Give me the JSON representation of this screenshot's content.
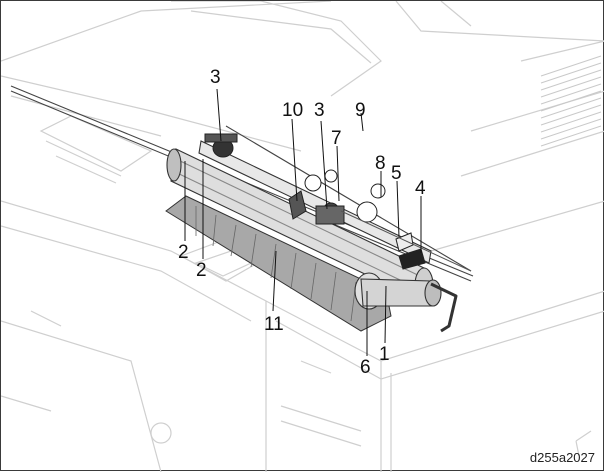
{
  "callouts": {
    "c3a": "3",
    "c10": "10",
    "c3b": "3",
    "c9": "9",
    "c7": "7",
    "c8": "8",
    "c5": "5",
    "c4": "4",
    "c2a": "2",
    "c2b": "2",
    "c11": "11",
    "c6": "6",
    "c1": "1"
  },
  "figure_id": "d255a2027"
}
